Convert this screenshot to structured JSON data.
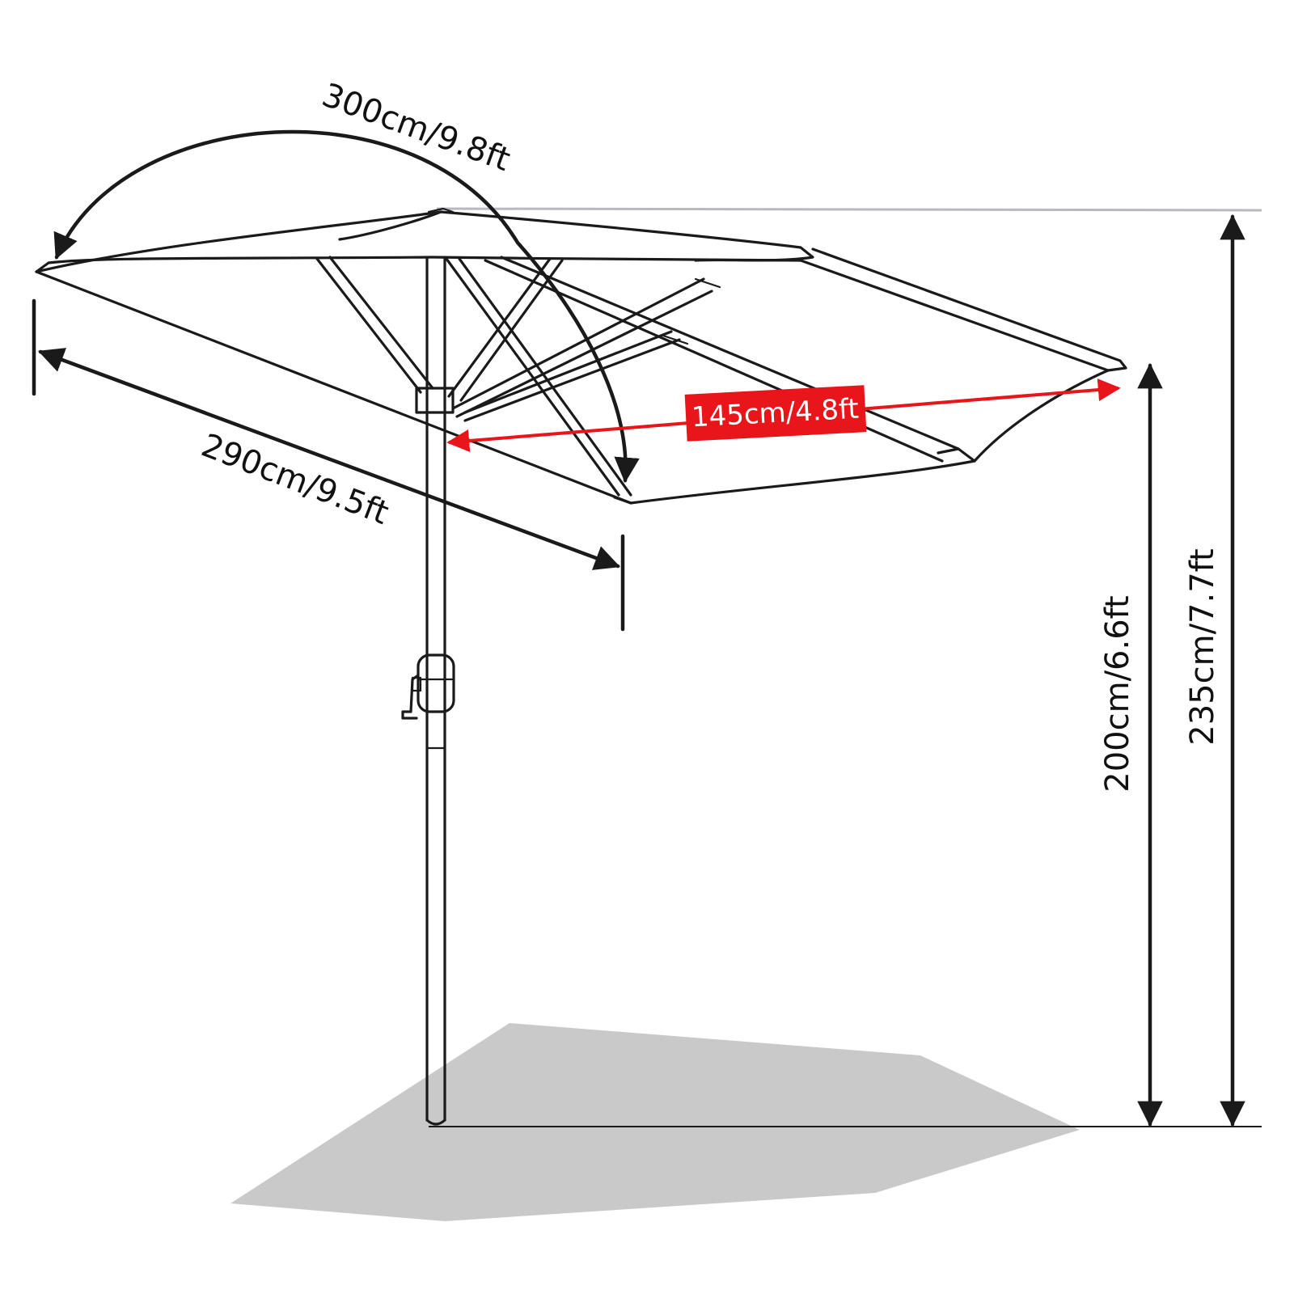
{
  "dimensions": {
    "arc_length": "300cm/9.8ft",
    "diagonal_width": "290cm/9.5ft",
    "depth": "145cm/4.8ft",
    "clearance_height": "200cm/6.6ft",
    "total_height": "235cm/7.7ft"
  },
  "colors": {
    "line": "#1a1a1a",
    "accent_red": "#e8151b",
    "shadow": "#c9c9c9",
    "guide": "#b8b8c0"
  }
}
